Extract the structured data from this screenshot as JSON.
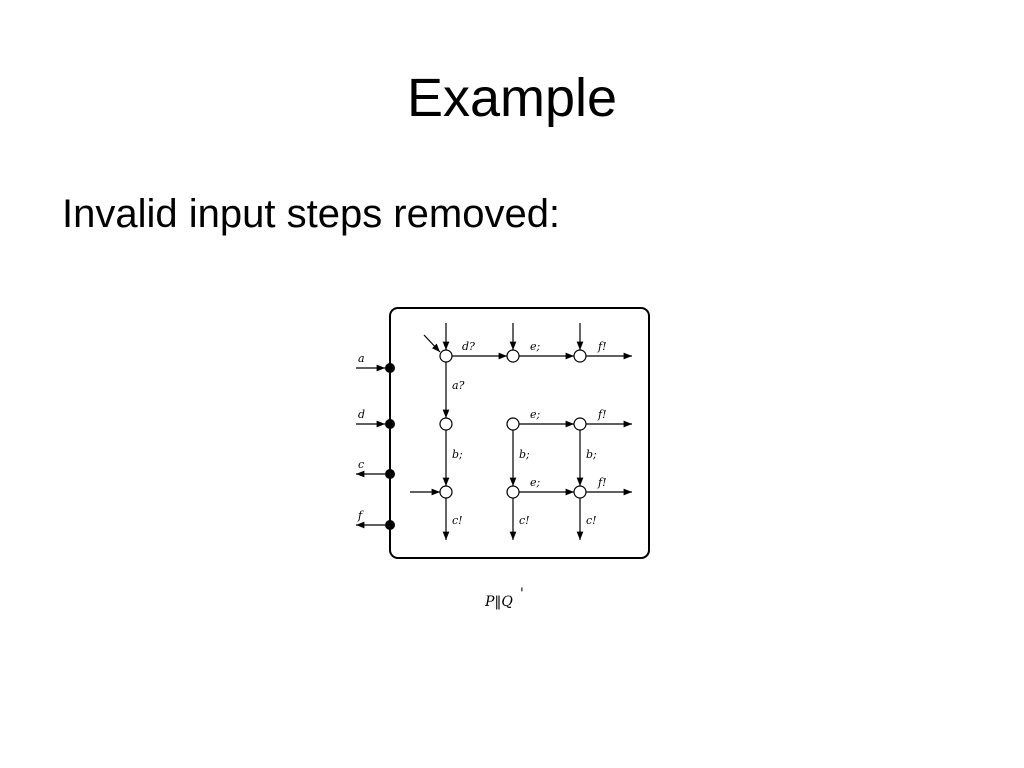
{
  "slide": {
    "title": "Example",
    "body_text": "Invalid input steps removed:"
  },
  "diagram": {
    "port_labels": {
      "a": "a",
      "d": "d",
      "c": "c",
      "f": "f"
    },
    "edge_labels": {
      "d_input": "d?",
      "a_input": "a?",
      "e_top_mid": "e;",
      "e_mid": "e;",
      "e_bottom": "e;",
      "f_top": "f!",
      "f_mid": "f!",
      "f_bottom": "f!",
      "b_left": "b;",
      "b_mid": "b;",
      "b_right": "b;",
      "c_left": "c!",
      "c_mid": "c!",
      "c_right": "c!"
    },
    "caption": "P‖Q",
    "caption_prime": "'"
  }
}
